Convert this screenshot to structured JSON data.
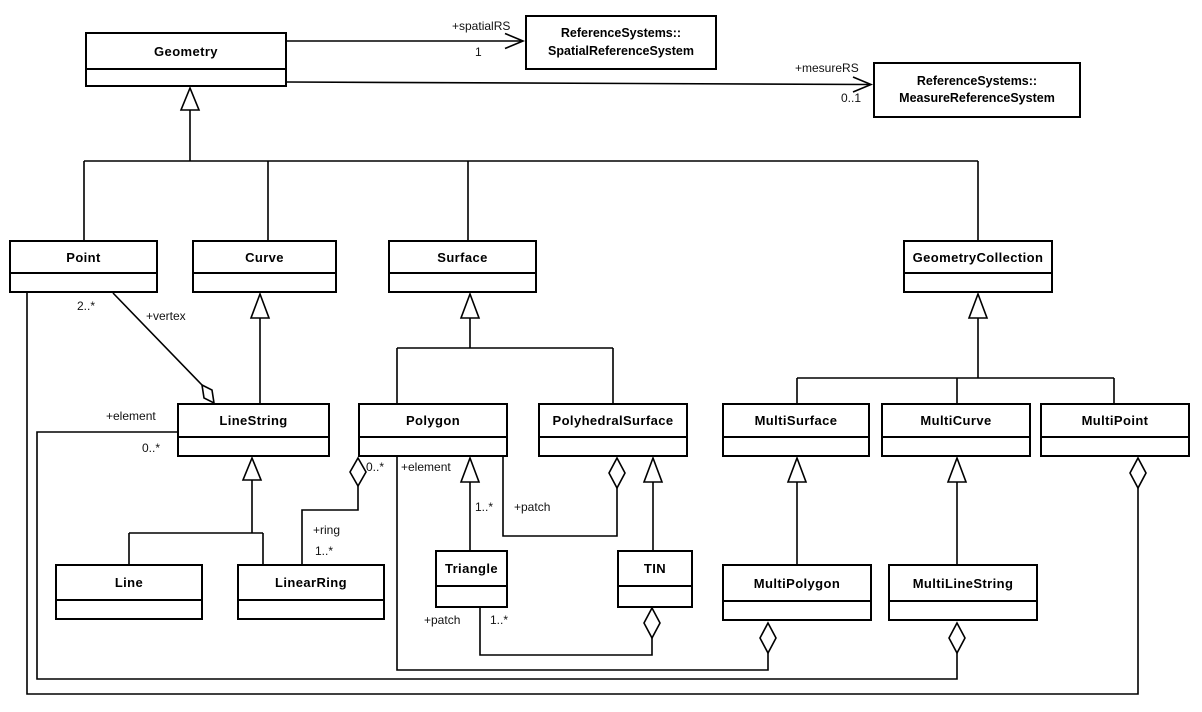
{
  "diagram": {
    "type": "uml-class-diagram",
    "classes": [
      {
        "name": "Geometry"
      },
      {
        "name_line1": "ReferenceSystems::",
        "name_line2": "SpatialReferenceSystem"
      },
      {
        "name_line1": "ReferenceSystems::",
        "name_line2": "MeasureReferenceSystem"
      },
      {
        "name": "Point"
      },
      {
        "name": "Curve"
      },
      {
        "name": "Surface"
      },
      {
        "name": "GeometryCollection"
      },
      {
        "name": "LineString"
      },
      {
        "name": "Polygon"
      },
      {
        "name": "PolyhedralSurface"
      },
      {
        "name": "MultiSurface"
      },
      {
        "name": "MultiCurve"
      },
      {
        "name": "MultiPoint"
      },
      {
        "name": "Line"
      },
      {
        "name": "LinearRing"
      },
      {
        "name": "Triangle"
      },
      {
        "name": "TIN"
      },
      {
        "name": "MultiPolygon"
      },
      {
        "name": "MultiLineString"
      }
    ],
    "labels": [
      {
        "text": "+spatialRS"
      },
      {
        "text": "1"
      },
      {
        "text": "+mesureRS"
      },
      {
        "text": "0..1"
      },
      {
        "text": "2..*"
      },
      {
        "text": "+vertex"
      },
      {
        "text": "+element"
      },
      {
        "text": "0..*"
      },
      {
        "text": "0..*"
      },
      {
        "text": "+element"
      },
      {
        "text": "+ring"
      },
      {
        "text": "1..*"
      },
      {
        "text": "1..*"
      },
      {
        "text": "+patch"
      },
      {
        "text": "+patch"
      },
      {
        "text": "1..*"
      }
    ],
    "generalizations": [
      {
        "child": "Point",
        "parent": "Geometry"
      },
      {
        "child": "Curve",
        "parent": "Geometry"
      },
      {
        "child": "Surface",
        "parent": "Geometry"
      },
      {
        "child": "GeometryCollection",
        "parent": "Geometry"
      },
      {
        "child": "LineString",
        "parent": "Curve"
      },
      {
        "child": "Polygon",
        "parent": "Surface"
      },
      {
        "child": "PolyhedralSurface",
        "parent": "Surface"
      },
      {
        "child": "MultiSurface",
        "parent": "GeometryCollection"
      },
      {
        "child": "MultiCurve",
        "parent": "GeometryCollection"
      },
      {
        "child": "MultiPoint",
        "parent": "GeometryCollection"
      },
      {
        "child": "Line",
        "parent": "LineString"
      },
      {
        "child": "LinearRing",
        "parent": "LineString"
      },
      {
        "child": "Triangle",
        "parent": "Polygon"
      },
      {
        "child": "TIN",
        "parent": "PolyhedralSurface"
      },
      {
        "child": "MultiPolygon",
        "parent": "MultiSurface"
      },
      {
        "child": "MultiLineString",
        "parent": "MultiCurve"
      }
    ],
    "associations": [
      {
        "from": "Geometry",
        "to": "ReferenceSystems::SpatialReferenceSystem",
        "role": "+spatialRS",
        "multiplicity": "1",
        "type": "directed-association"
      },
      {
        "from": "Geometry",
        "to": "ReferenceSystems::MeasureReferenceSystem",
        "role": "+mesureRS",
        "multiplicity": "0..1",
        "type": "directed-association"
      },
      {
        "aggregate": "LineString",
        "part": "Point",
        "role": "+vertex",
        "multiplicity": "2..*",
        "type": "aggregation"
      },
      {
        "aggregate": "MultiLineString",
        "part": "LineString",
        "role": "+element",
        "multiplicity": "0..*",
        "type": "aggregation"
      },
      {
        "aggregate": "MultiPoint",
        "part": "Point",
        "type": "aggregation"
      },
      {
        "aggregate": "Polygon",
        "part": "LinearRing",
        "role": "+ring",
        "multiplicity": "1..*",
        "aggregate_end_multiplicity": "0..*",
        "type": "aggregation"
      },
      {
        "aggregate": "MultiPolygon",
        "part": "Polygon",
        "role": "+element",
        "type": "aggregation"
      },
      {
        "aggregate": "PolyhedralSurface",
        "part": "Polygon",
        "role": "+patch",
        "multiplicity": "1..*",
        "type": "aggregation"
      },
      {
        "aggregate": "TIN",
        "part": "Triangle",
        "role": "+patch",
        "multiplicity": "1..*",
        "type": "aggregation"
      }
    ]
  },
  "colors": {
    "line": "#000000",
    "box_fill": "#ffffff",
    "background": "#ffffff"
  }
}
